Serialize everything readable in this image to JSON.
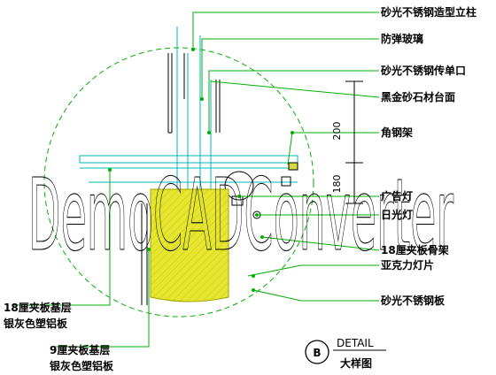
{
  "drawing": {
    "callouts_right": [
      "砂光不锈钢造型立柱",
      "防弹玻璃",
      "砂光不锈钢传单口",
      "黑金砂石材台面",
      "角钢架",
      "广告灯",
      "日光灯",
      "18厘夹板骨架",
      "亚克力灯片",
      "砂光不锈钢板"
    ],
    "callouts_left": [
      {
        "line1": "18厘夹板基层",
        "line2": "银灰色塑铝板"
      },
      {
        "line1": "9厘夹板基层",
        "line2": "银灰色塑铝板"
      }
    ],
    "dimensions": {
      "upper": "200",
      "lower": "180"
    },
    "detail_tag": {
      "letter": "B",
      "label": "DETAIL",
      "title": "大样图"
    },
    "watermark": "DemoCADConverter",
    "colors": {
      "leader": "#00b000",
      "hatch": "#e6e630",
      "steel": "#00b8b8",
      "marker": "#c0c000",
      "ink": "#000000"
    }
  }
}
